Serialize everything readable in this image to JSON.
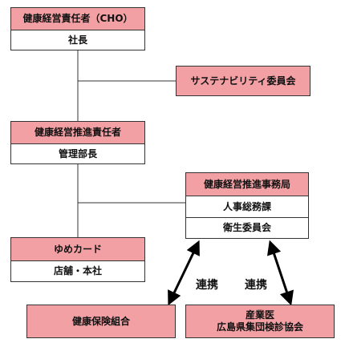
{
  "boxes": {
    "cho": {
      "title": "健康経営責任者（CHO）",
      "sub": "社長"
    },
    "sustainability": {
      "title": "サステナビリティ委員会"
    },
    "promotion": {
      "title": "健康経営推進責任者",
      "sub": "管理部長"
    },
    "office": {
      "title": "健康経営推進事務局",
      "items": [
        "人事総務課",
        "衛生委員会"
      ]
    },
    "yumecard": {
      "title": "ゆめカード",
      "sub": "店舗・本社"
    },
    "insurance": {
      "title": "健康保険組合"
    },
    "doctor": {
      "line1": "産業医",
      "line2": "広島県集団検診協会"
    }
  },
  "labels": {
    "left": "連携",
    "right": "連携"
  },
  "colors": {
    "header": "#f3a0a4",
    "line": "#333333",
    "arrow": "#000000"
  }
}
